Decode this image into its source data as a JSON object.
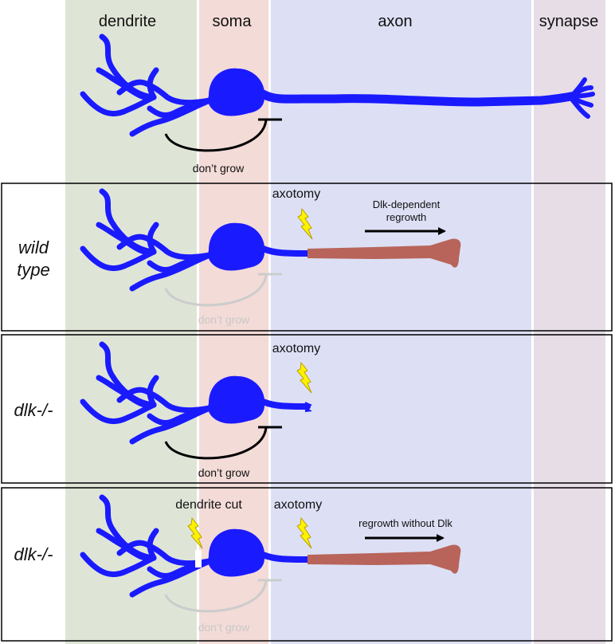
{
  "regions": {
    "dendrite": "dendrite",
    "soma": "soma",
    "axon": "axon",
    "synapse": "synapse"
  },
  "colors": {
    "neuron": "#1a1aff",
    "regrowth": "#b8645a",
    "lightning": "#fff200",
    "dendrite_band": "#dfe5d6",
    "soma_band": "#f3dbd7",
    "axon_band": "#dde0f5",
    "synapse_band": "#e6dde6"
  },
  "icons": [
    "lightning-bolt-icon",
    "inhibition-arc-icon",
    "arrow-right-icon"
  ],
  "top": {
    "inhibition_label": "don’t grow"
  },
  "rows": [
    {
      "label": [
        "wild",
        "type"
      ],
      "axotomy": "axotomy",
      "regrowth_label": [
        "Dlk-dependent",
        "regrowth"
      ],
      "inhibition_label": "don’t grow",
      "inhibition_active": false
    },
    {
      "label": [
        "dlk-/-"
      ],
      "axotomy": "axotomy",
      "inhibition_label": "don’t grow",
      "inhibition_active": true
    },
    {
      "label": [
        "dlk-/-"
      ],
      "axotomy": "axotomy",
      "dendrite_cut": "dendrite cut",
      "regrowth_label": [
        "regrowth without Dlk"
      ],
      "inhibition_label": "don’t grow",
      "inhibition_active": false
    }
  ]
}
